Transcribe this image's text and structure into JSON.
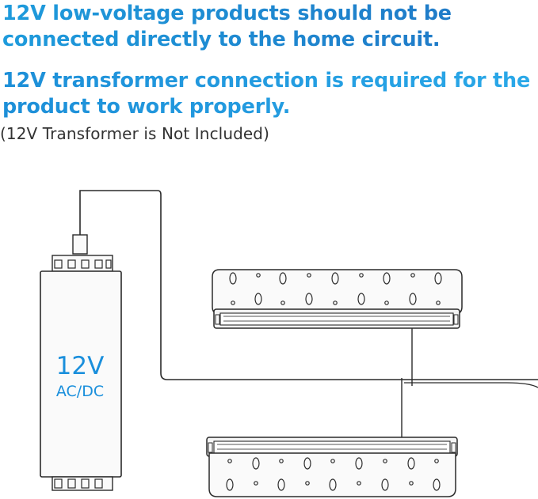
{
  "headline": {
    "warning_lines": [
      "12V low-voltage products should not be",
      "connected directly to the home circuit."
    ],
    "requirement_lines": [
      "12V transformer connection is required for the",
      "product to work properly."
    ],
    "note": "(12V Transformer is Not Included)"
  },
  "transformer": {
    "voltage_label": "12V",
    "type_label": "AC/DC",
    "label_color": "#1a8fdc"
  },
  "colors": {
    "headline_blue": "#1f86d2",
    "line": "#2a2a2a",
    "device_fill": "#fafafa"
  },
  "icons": [
    "transformer-box",
    "led-cabinet-light-bar",
    "wire"
  ]
}
